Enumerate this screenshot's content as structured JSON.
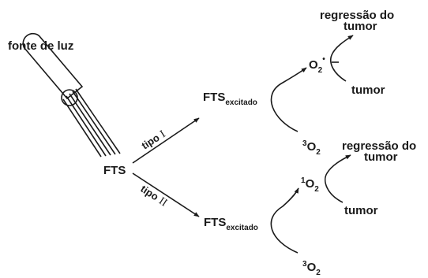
{
  "light_source": {
    "label": "fonte de luz"
  },
  "fts": {
    "label": "FTS"
  },
  "type1": {
    "label_word": "tipo",
    "label_numeral": "I",
    "fts_excited_main": "FTS",
    "fts_excited_sub": "excitado",
    "product_main": "O",
    "product_sub": "2",
    "product_radical": "•",
    "reactant_sup": "3",
    "reactant_main": "O",
    "reactant_sub": "2",
    "result_line1": "regressão do",
    "result_line2": "tumor",
    "target": "tumor"
  },
  "type2": {
    "label_word": "tipo",
    "label_numeral": "II",
    "fts_excited_main": "FTS",
    "fts_excited_sub": "excitado",
    "product_sup": "1",
    "product_main": "O",
    "product_sub": "2",
    "reactant_sup": "3",
    "reactant_main": "O",
    "reactant_sub": "2",
    "result_line1": "regressão do",
    "result_line2": "tumor",
    "target": "tumor"
  }
}
